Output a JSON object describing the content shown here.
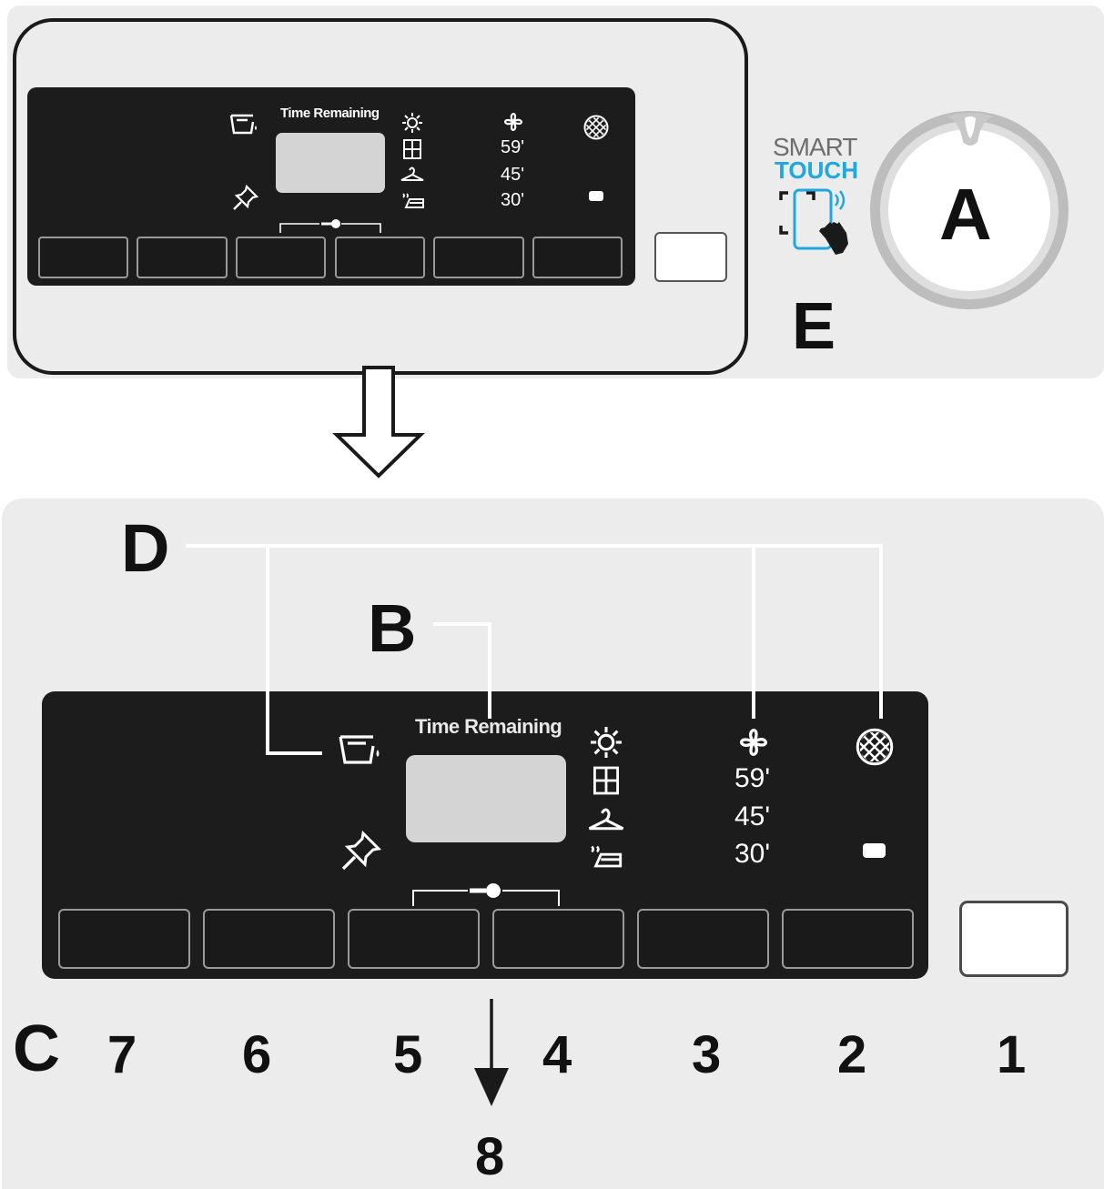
{
  "top_panel": {
    "time_remaining": "Time Remaining",
    "minutes": [
      "59'",
      "45'",
      "30'"
    ],
    "smart": "SMART",
    "touch": "TOUCH",
    "knob_letter": "A",
    "letter_e": "E"
  },
  "bottom_panel": {
    "time_remaining": "Time Remaining",
    "minutes": [
      "59'",
      "45'",
      "30'"
    ],
    "letter_b": "B",
    "letter_c": "C",
    "letter_d": "D",
    "button_numbers": [
      "7",
      "6",
      "5",
      "4",
      "3",
      "2",
      "1"
    ],
    "number_8": "8"
  },
  "colors": {
    "panel_bg": "#ececec",
    "display_bg": "#1c1c1c",
    "lcd_window": "#d4d4d4",
    "touch_blue": "#1ea7e1"
  },
  "icons": {
    "panel_top": [
      "pre-wash-icon",
      "pin-icon",
      "sun-dry-icon",
      "cupboard-dry-icon",
      "hanger-dry-icon",
      "iron-dry-icon",
      "fan-icon",
      "mesh-filter-icon",
      "key-lock-icon"
    ],
    "smart_touch": "smart-touch-phone-icon"
  }
}
